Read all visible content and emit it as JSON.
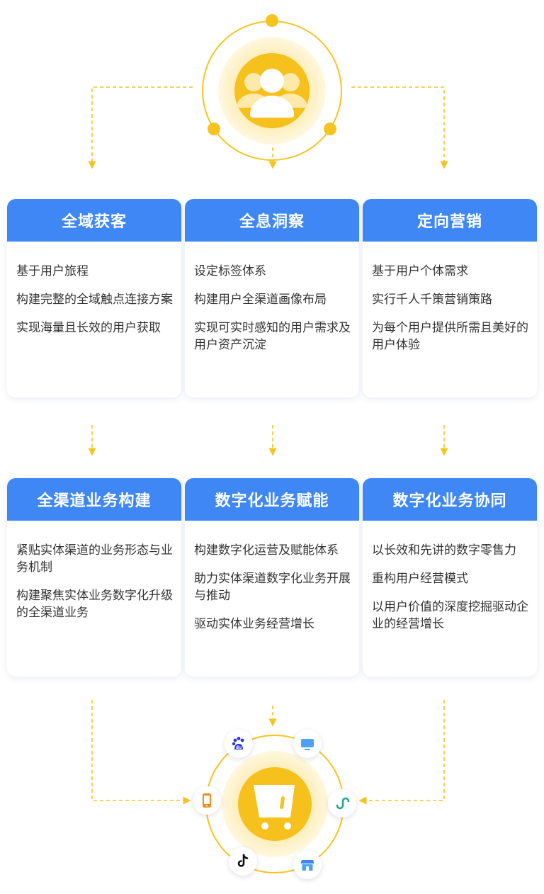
{
  "colors": {
    "accent_blue": "#3f87f5",
    "accent_yellow": "#f7c31e",
    "text": "#333333"
  },
  "cards": [
    {
      "title": "全域获客",
      "lines": [
        "基于用户旅程",
        "构建完整的全域触点连接方案",
        "实现海量且长效的用户获取"
      ]
    },
    {
      "title": "全息洞察",
      "lines": [
        "设定标签体系",
        "构建用户全渠道画像布局",
        "实现可实时感知的用户需求及用户资产沉淀"
      ]
    },
    {
      "title": "定向营销",
      "lines": [
        "基于用户个体需求",
        "实行千人千策营销策路",
        "为每个用户提供所需且美好的用户体验"
      ]
    },
    {
      "title": "全渠道业务构建",
      "lines": [
        "紧贴实体渠道的业务形态与业务机制",
        "构建聚焦实体业务数字化升级的全渠道业务"
      ]
    },
    {
      "title": "数字化业务赋能",
      "lines": [
        "构建数字化运营及赋能体系",
        "助力实体渠道数字化业务开展与推动",
        "驱动实体业务经营增长"
      ]
    },
    {
      "title": "数字化业务协同",
      "lines": [
        "以长效和先讲的数字零售力",
        "重构用户经营模式",
        "以用户价值的深度挖掘驱动企业的经营增长"
      ]
    }
  ],
  "icons": {
    "top_hub": "user-group-icon",
    "bottom_hub": "shopping-cart-icon",
    "channels": [
      "baidu-icon",
      "monitor-icon",
      "mobile-phone-icon",
      "mini-program-link-icon",
      "tiktok-icon",
      "store-icon"
    ]
  }
}
